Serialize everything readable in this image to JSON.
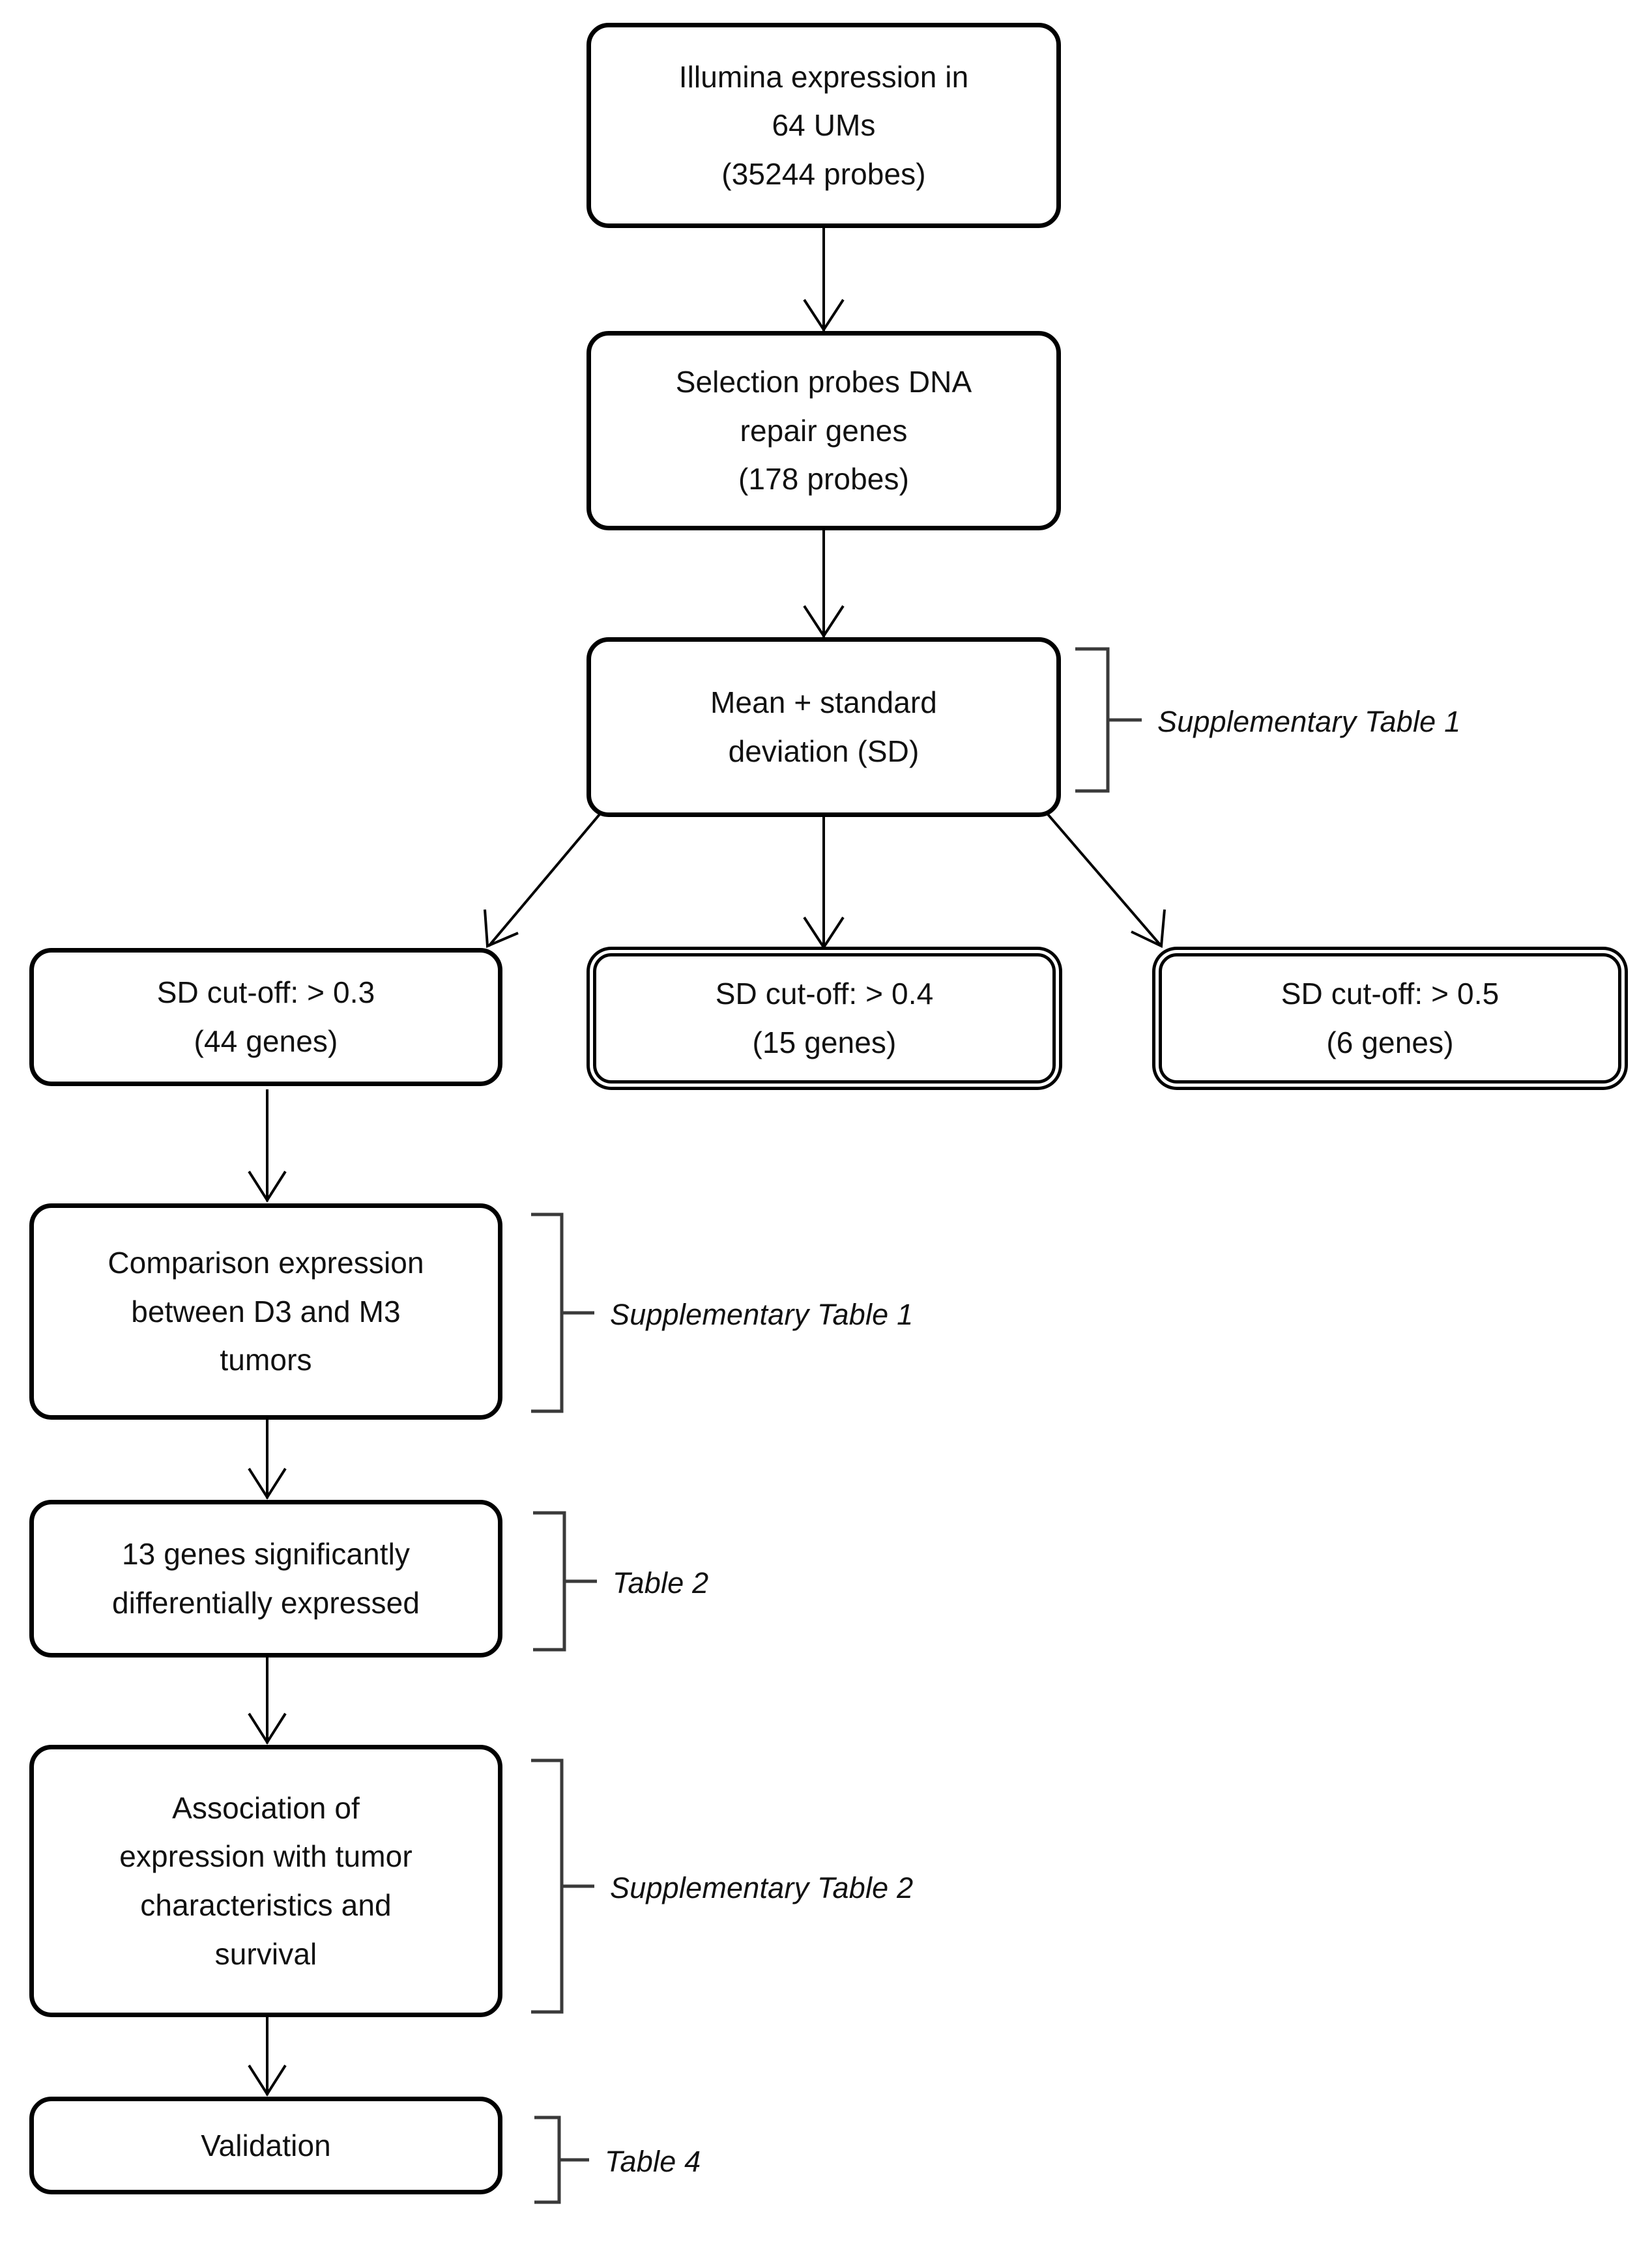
{
  "diagram": {
    "title": "DNA repair gene expression analysis workflow",
    "type": "flowchart",
    "background_color": "#ffffff",
    "stroke_color": "#000000",
    "text_color": "#111111"
  },
  "nodes": [
    {
      "id": "illumina",
      "lines": [
        "Illumina expression in",
        "64 UMs",
        "(35244 probes)"
      ],
      "border": "thick-single"
    },
    {
      "id": "selection",
      "lines": [
        "Selection probes DNA",
        "repair genes",
        "(178 probes)"
      ],
      "border": "thick-single"
    },
    {
      "id": "mean-sd",
      "lines": [
        "Mean + standard",
        "deviation (SD)"
      ],
      "border": "thick-single"
    },
    {
      "id": "sd-03",
      "lines": [
        "SD cut-off: > 0.3",
        "(44 genes)"
      ],
      "border": "thick-single"
    },
    {
      "id": "sd-04",
      "lines": [
        "SD cut-off: > 0.4",
        "(15 genes)"
      ],
      "border": "double"
    },
    {
      "id": "sd-05",
      "lines": [
        "SD cut-off: > 0.5",
        "(6 genes)"
      ],
      "border": "double"
    },
    {
      "id": "comparison",
      "lines": [
        "Comparison expression",
        "between D3 and M3",
        "tumors"
      ],
      "border": "thick-single"
    },
    {
      "id": "thirteen-genes",
      "lines": [
        "13 genes significantly",
        "differentially expressed"
      ],
      "border": "thick-single"
    },
    {
      "id": "association",
      "lines": [
        "Association of",
        "expression with tumor",
        "characteristics and",
        "survival"
      ],
      "border": "thick-single"
    },
    {
      "id": "validation",
      "lines": [
        "Validation"
      ],
      "border": "thick-single"
    }
  ],
  "annotations": [
    {
      "id": "ann-mean-sd",
      "label": "Supplementary Table 1"
    },
    {
      "id": "ann-comparison",
      "label": "Supplementary Table 1"
    },
    {
      "id": "ann-thirteen",
      "label": "Table 2"
    },
    {
      "id": "ann-association",
      "label": "Supplementary Table 2"
    },
    {
      "id": "ann-validation",
      "label": "Table 4"
    }
  ],
  "edges": [
    {
      "from": "illumina",
      "to": "selection",
      "style": "straight-arrow"
    },
    {
      "from": "selection",
      "to": "mean-sd",
      "style": "straight-arrow"
    },
    {
      "from": "mean-sd",
      "to": "sd-03",
      "style": "diagonal-arrow"
    },
    {
      "from": "mean-sd",
      "to": "sd-04",
      "style": "straight-arrow"
    },
    {
      "from": "mean-sd",
      "to": "sd-05",
      "style": "diagonal-arrow"
    },
    {
      "from": "sd-03",
      "to": "comparison",
      "style": "straight-arrow"
    },
    {
      "from": "comparison",
      "to": "thirteen-genes",
      "style": "straight-arrow"
    },
    {
      "from": "thirteen-genes",
      "to": "association",
      "style": "straight-arrow"
    },
    {
      "from": "association",
      "to": "validation",
      "style": "straight-arrow"
    }
  ]
}
